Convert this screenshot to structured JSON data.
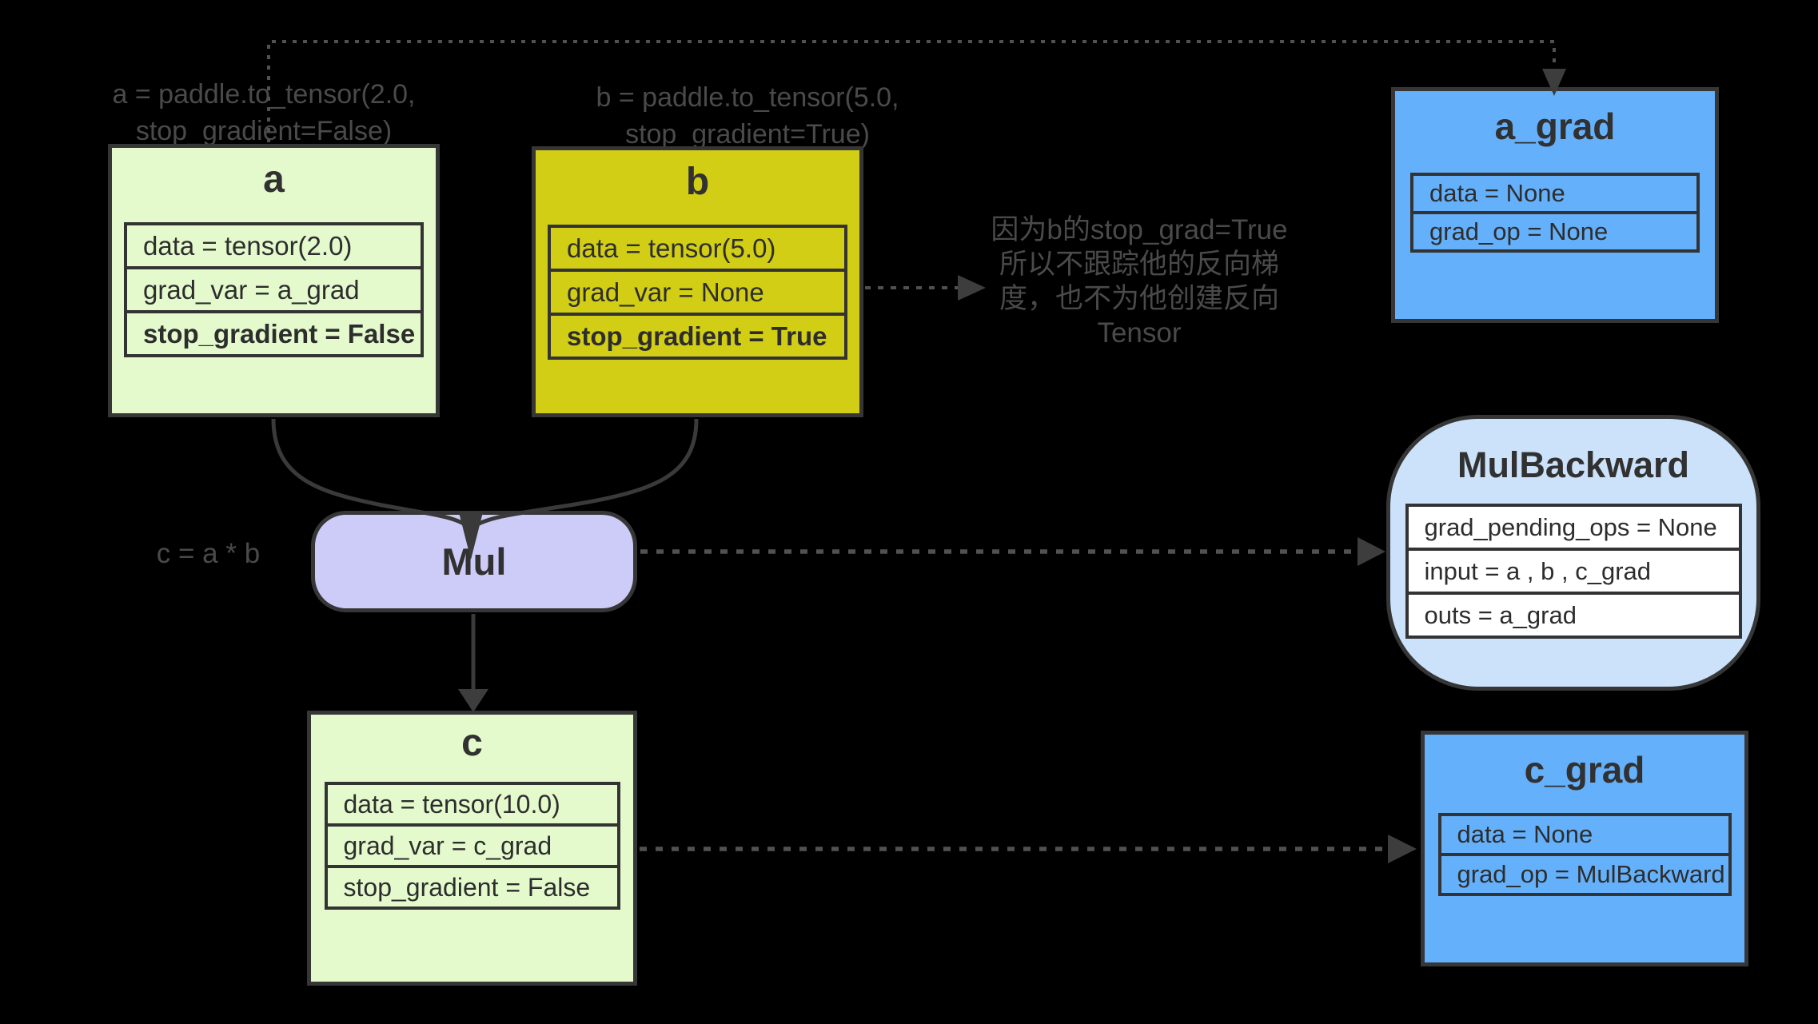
{
  "colors": {
    "background": "#000000",
    "tensor_green": "#e4facd",
    "tensor_yellow": "#d2cd15",
    "grad_blue": "#64b0fb",
    "op_purple": "#cdccf8",
    "backward_light_blue": "#cbe2fa",
    "row_white": "#ffffff",
    "border_dark": "#363636",
    "annotation_gray": "#4a4a4a",
    "dash_gray": "#515151"
  },
  "annotations": {
    "a_code": [
      "a = paddle.to_tensor(2.0,",
      "stop_gradient=False)"
    ],
    "b_code": [
      "b = paddle.to_tensor(5.0,",
      "stop_gradient=True)"
    ],
    "c_expr": "c = a * b",
    "note": [
      "因为b的stop_grad=True",
      "所以不跟踪他的反向梯",
      "度，也不为他创建反向",
      "Tensor"
    ]
  },
  "nodes": {
    "a": {
      "title": "a",
      "rows": [
        "data = tensor(2.0)",
        "grad_var = a_grad",
        "stop_gradient = False"
      ]
    },
    "b": {
      "title": "b",
      "rows": [
        "data = tensor(5.0)",
        "grad_var = None",
        "stop_gradient = True"
      ]
    },
    "c": {
      "title": "c",
      "rows": [
        "data = tensor(10.0)",
        "grad_var = c_grad",
        "stop_gradient = False"
      ]
    },
    "a_grad": {
      "title": "a_grad",
      "rows": [
        "data = None",
        "grad_op = None"
      ]
    },
    "c_grad": {
      "title": "c_grad",
      "rows": [
        "data = None",
        "grad_op = MulBackward"
      ]
    },
    "mul": {
      "title": "Mul"
    },
    "mul_backward": {
      "title": "MulBackward",
      "rows": [
        "grad_pending_ops = None",
        "input = a , b , c_grad",
        "outs = a_grad"
      ]
    }
  }
}
